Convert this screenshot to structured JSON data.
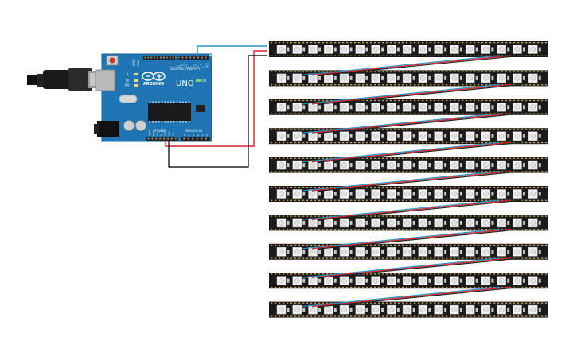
{
  "arduino": {
    "digital_label": "DIGITAL (PWM~)",
    "brand": "ARDUINO",
    "model": "UNO",
    "power_label": "POWER",
    "analog_label": "ANALOG IN",
    "on_label": "ON",
    "tx_label": "TX",
    "rx_label": "RX",
    "l_label": "L",
    "aref_label": "AREF",
    "gnd_label": "GND",
    "ioref_label": "IOREF",
    "reset_label": "RESET",
    "v33_label": "3V3",
    "v5_label": "5V",
    "vin_label": "VIN",
    "digital_pins": [
      "13",
      "12",
      "~11",
      "~10",
      "~9",
      "8",
      "7",
      "~6",
      "~5",
      "4",
      "~3",
      "2",
      "TX 1",
      "RX 0"
    ],
    "analog_pins": [
      "A0",
      "A1",
      "A2",
      "A3",
      "A4",
      "A5"
    ]
  },
  "strips": {
    "count": 10,
    "leds_per_strip": 17
  },
  "colors": {
    "board": "#1f74b4",
    "board_dark": "#195f94",
    "strip": "#1b1b1b",
    "led": "#f4f4f4",
    "wire_data": "#2a93c9",
    "wire_power": "#d8232a",
    "wire_ground": "#222222"
  }
}
